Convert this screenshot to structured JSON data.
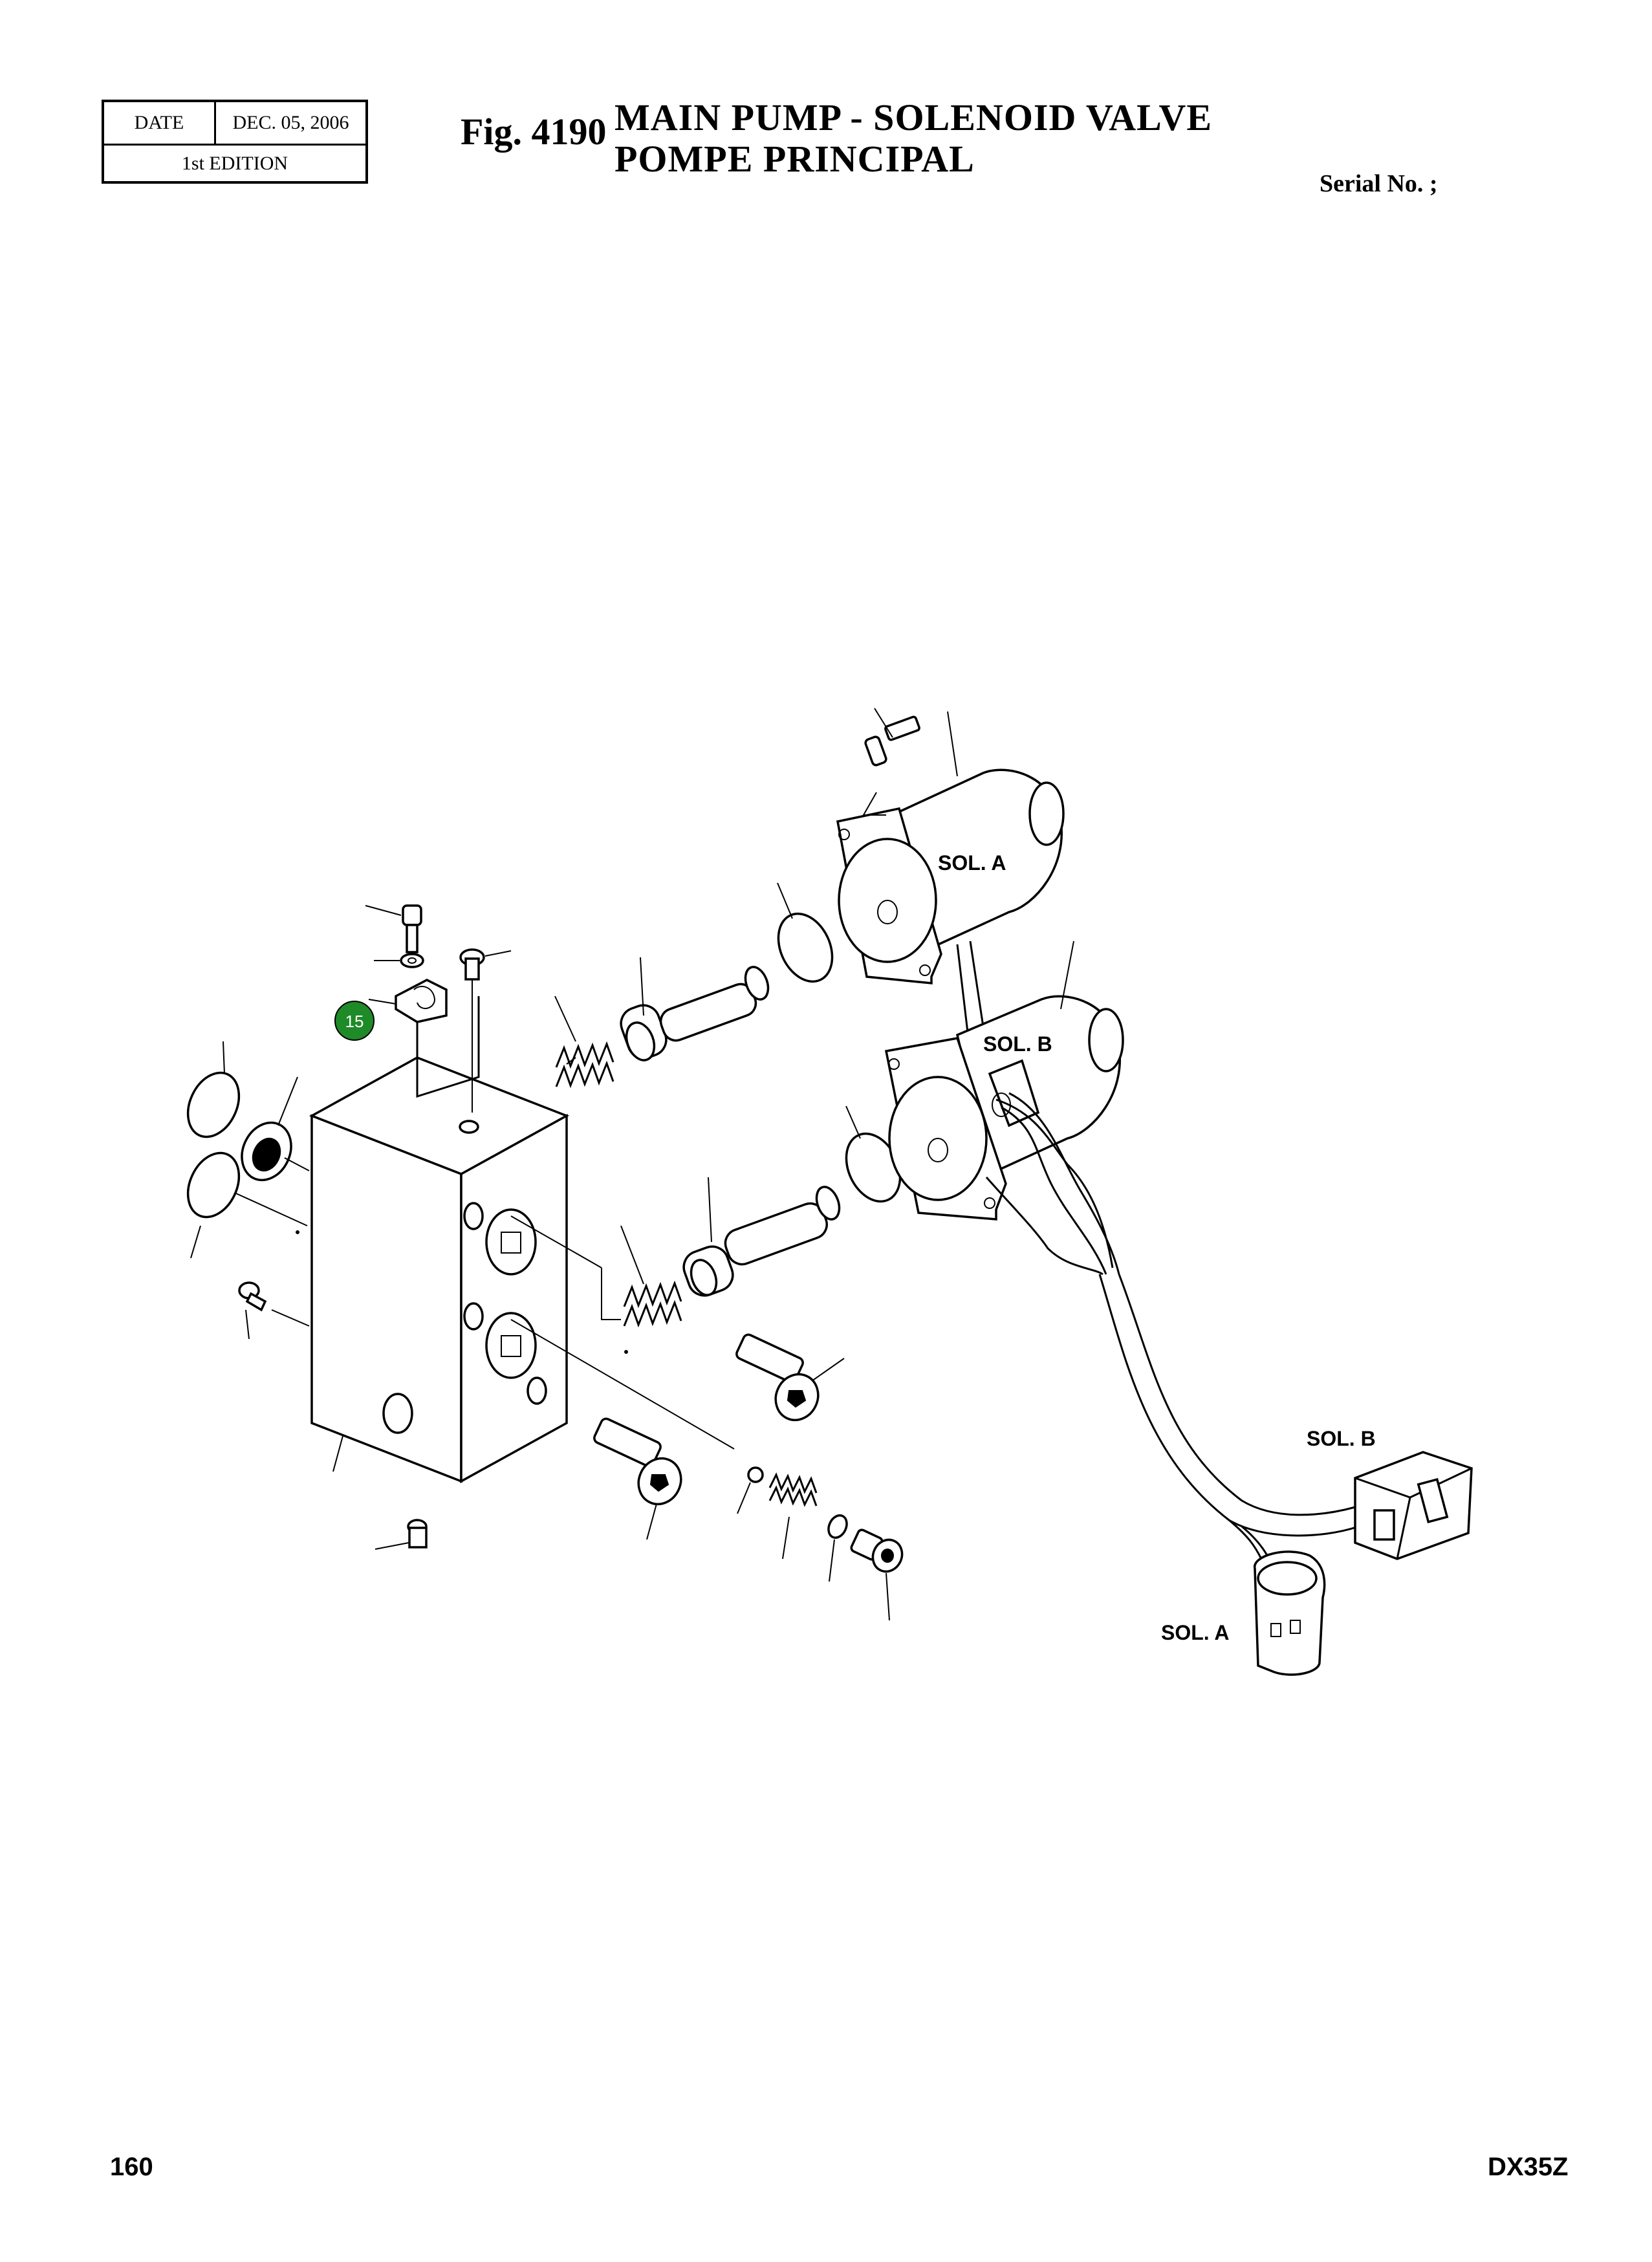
{
  "header": {
    "date_label": "DATE",
    "date_value": "DEC. 05, 2006",
    "edition": "1st EDITION",
    "fig_number": "Fig. 4190",
    "title_en": "MAIN  PUMP  -  SOLENOID  VALVE",
    "title_fr": "POMPE  PRINCIPAL",
    "serial": "Serial No. ;"
  },
  "diagram": {
    "labels": {
      "sol_a_coil": "SOL.  A",
      "sol_b_coil": "SOL.  B",
      "sol_b_connector": "SOL.  B",
      "sol_a_connector": "SOL.  A"
    },
    "callout": {
      "number": "15",
      "color": "#1e8a28"
    }
  },
  "footer": {
    "page_number": "160",
    "model": "DX35Z"
  }
}
